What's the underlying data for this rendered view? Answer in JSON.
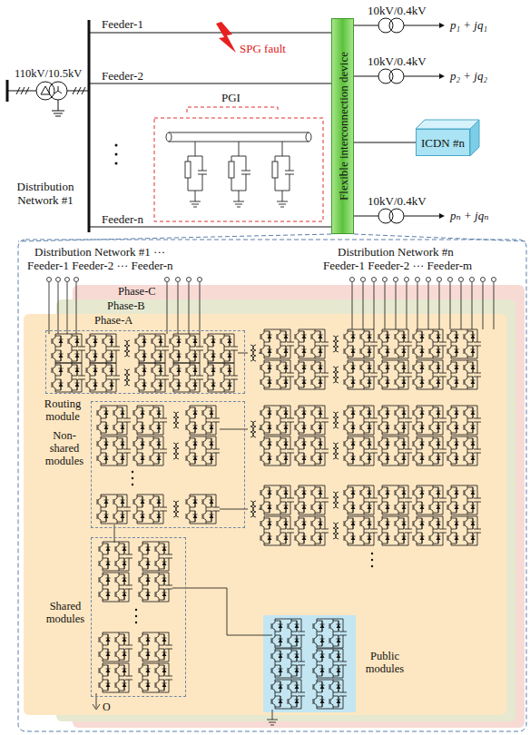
{
  "diagram": {
    "nodes": [
      {
        "text": [
          "Flexible interconnection device"
        ]
      },
      {
        "text": [
          "ICDN #n"
        ]
      },
      {
        "text": [
          "Phase-C"
        ]
      },
      {
        "text": [
          "Phase-B"
        ]
      },
      {
        "text": [
          "Phase-A"
        ]
      },
      {
        "text": [
          "Routing module"
        ],
        "in": 4
      },
      {
        "text": [
          "Non-shared modules"
        ],
        "in": 4
      },
      {
        "text": [
          "Shared modules"
        ],
        "in": 4
      },
      {
        "text": [
          "Public modules"
        ],
        "in": 4
      }
    ],
    "edges": [
      {
        "from": 0,
        "to": 1,
        "arrow": "none"
      }
    ],
    "labels": [
      "110kV/10.5kV",
      "Distribution Network #1",
      "Feeder-1",
      "Feeder-2",
      "Feeder-n",
      "SPG fault",
      "PGI",
      "10kV/0.4kV",
      "p₁ + jq₁",
      "10kV/0.4kV",
      "p₂ + jq₂",
      "10kV/0.4kV",
      "pₙ + jqₙ",
      "Distribution Network #1 ···",
      "Feeder-1 Feeder-2 ··· Feeder-n",
      "Distribution Network #n",
      "Feeder-1 Feeder-2 ··· Feeder-m",
      "O"
    ]
  }
}
